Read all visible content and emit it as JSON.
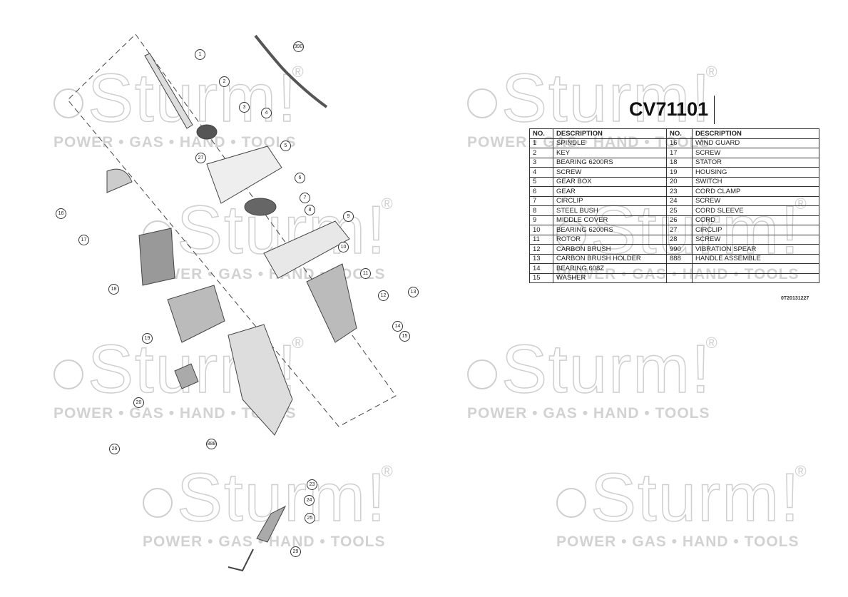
{
  "watermark": {
    "logo": "Sturm!",
    "reg": "®",
    "tagline": "POWER • GAS • HAND • TOOLS"
  },
  "diagram": {
    "callouts": [
      "1",
      "2",
      "3",
      "4",
      "5",
      "6",
      "7",
      "8",
      "9",
      "10",
      "11",
      "12",
      "13",
      "14",
      "15",
      "16",
      "17",
      "18",
      "19",
      "20",
      "23",
      "24",
      "25",
      "26",
      "27",
      "29",
      "888",
      "990"
    ]
  },
  "title": "CV71101",
  "table": {
    "headers": [
      "NO.",
      "DESCRIPTION",
      "NO.",
      "DESCRIPTION"
    ],
    "rows": [
      [
        "1",
        "SPINDLE",
        "16",
        "WIND GUARD"
      ],
      [
        "2",
        "KEY",
        "17",
        "SCREW"
      ],
      [
        "3",
        "BEARING 6200RS",
        "18",
        "STATOR"
      ],
      [
        "4",
        "SCREW",
        "19",
        "HOUSING"
      ],
      [
        "5",
        "GEAR BOX",
        "20",
        "SWITCH"
      ],
      [
        "6",
        "GEAR",
        "23",
        "CORD CLAMP"
      ],
      [
        "7",
        "CIRCLIP",
        "24",
        "SCREW"
      ],
      [
        "8",
        "STEEL BUSH",
        "25",
        "CORD SLEEVE"
      ],
      [
        "9",
        "MIDDLE COVER",
        "26",
        "CORD"
      ],
      [
        "10",
        "BEARING 6200RS",
        "27",
        "CIRCLIP"
      ],
      [
        "11",
        "ROTOR",
        "28",
        "SCREW"
      ],
      [
        "12",
        "CARBON BRUSH",
        "990",
        "VIBRATION SPEAR"
      ],
      [
        "13",
        "CARBON BRUSH HOLDER",
        "888",
        "HANDLE ASSEMBLE"
      ],
      [
        "14",
        "BEARING 608Z",
        "",
        ""
      ],
      [
        "15",
        "WASHER",
        "",
        ""
      ]
    ]
  },
  "doc_code": "0T20131227"
}
